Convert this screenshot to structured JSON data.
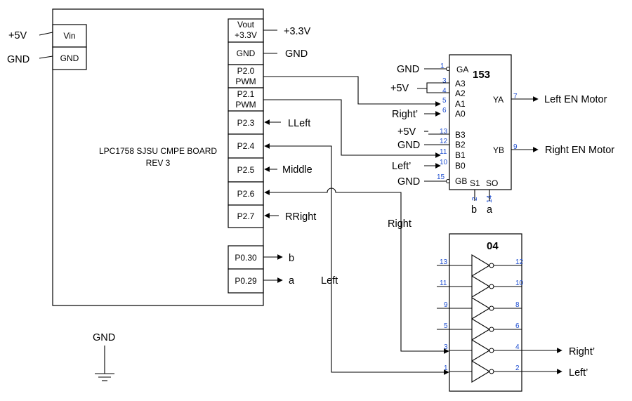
{
  "board": {
    "title_line1": "LPC1758 SJSU CMPE BOARD",
    "title_line2": "REV 3",
    "left_pins": {
      "vin": "Vin",
      "gnd": "GND"
    },
    "right_pins": {
      "vout_line1": "Vout",
      "vout_line2": "+3.3V",
      "gnd": "GND",
      "p20_line1": "P2.0",
      "p20_line2": "PWM",
      "p21_line1": "P2.1",
      "p21_line2": "PWM",
      "p23": "P2.3",
      "p24": "P2.4",
      "p25": "P2.5",
      "p26": "P2.6",
      "p27": "P2.7",
      "p030": "P0.30",
      "p029": "P0.29"
    }
  },
  "labels": {
    "plus5v": "+5V",
    "gnd_left": "GND",
    "plus33v": "+3.3V",
    "gnd_right": "GND",
    "lleft": "LLeft",
    "middle": "Middle",
    "rright": "RRight",
    "b": "b",
    "a": "a",
    "left_wire": "Left",
    "right_wire": "Right",
    "gnd_symbol": "GND"
  },
  "mux": {
    "title": "153",
    "pins": {
      "ga": "GA",
      "a3": "A3",
      "a2": "A2",
      "a1": "A1",
      "a0": "A0",
      "b3": "B3",
      "b2": "B2",
      "b1": "B1",
      "b0": "B0",
      "gb": "GB",
      "s1": "S1",
      "so": "SO",
      "ya": "YA",
      "yb": "YB"
    },
    "pin_numbers": {
      "p1": "1",
      "p3": "3",
      "p4": "4",
      "p5": "5",
      "p6": "6",
      "p13": "13",
      "p12": "12",
      "p11": "11",
      "p10": "10",
      "p15": "15",
      "p7": "7",
      "p9": "9",
      "p2": "2",
      "p14": "14"
    },
    "inputs": {
      "ga": "GND",
      "a32": "+5V",
      "a0": "Right’",
      "b3": "+5V",
      "b2": "GND",
      "b0": "Left’",
      "gb": "GND"
    },
    "outputs": {
      "ya": "Left EN Motor",
      "yb": "Right EN Motor"
    },
    "select": {
      "s1": "b",
      "so": "a"
    }
  },
  "inverter": {
    "title": "04",
    "left_pins": [
      "13",
      "11",
      "9",
      "5",
      "3",
      "1"
    ],
    "right_pins": [
      "12",
      "10",
      "8",
      "6",
      "4",
      "2"
    ],
    "outputs": {
      "right_prime": "Right’",
      "left_prime": "Left’"
    }
  }
}
